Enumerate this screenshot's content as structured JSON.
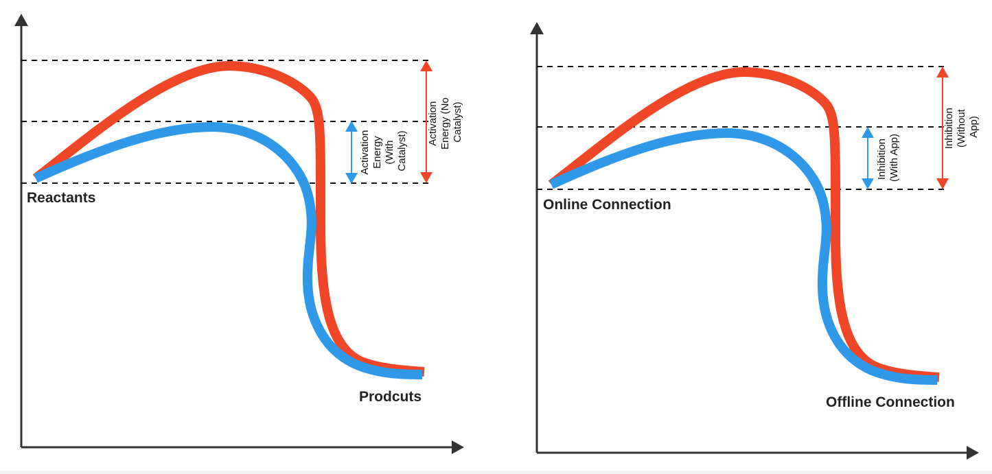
{
  "colors": {
    "uncatalyzed": "#EE4626",
    "catalyzed": "#2F98E8",
    "axis": "#333333",
    "guide": "#111111"
  },
  "left_diagram": {
    "start_label": "Reactants",
    "end_label": "Prodcuts",
    "catalyzed_gap_label": [
      "Activation",
      "Energy",
      "(With",
      "Catalyst)"
    ],
    "uncatalyzed_gap_label": [
      "Activation",
      "Energy (No",
      "Catalyst)"
    ]
  },
  "right_diagram": {
    "start_label": "Online Connection",
    "end_label": "Offline Connection",
    "catalyzed_gap_label": [
      "Inhibition",
      "(With App)"
    ],
    "uncatalyzed_gap_label": [
      "Inhibition",
      "(Without",
      "App)"
    ]
  }
}
